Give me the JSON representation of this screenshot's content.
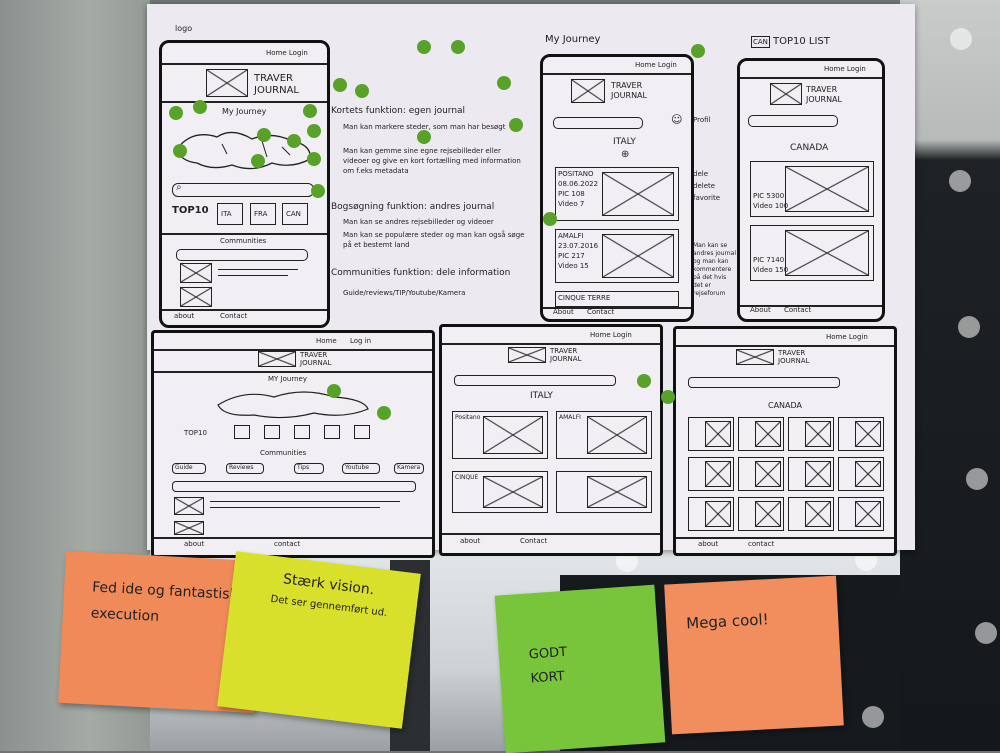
{
  "paper": {
    "corner_tag": "logo",
    "main_phone": {
      "nav": "Home Login",
      "logo_line1": "TRAVER",
      "logo_line2": "JOURNAL",
      "map_title": "My Journey",
      "top10": "TOP10",
      "countries": [
        "ITA",
        "FRA",
        "CAN"
      ],
      "communities": "Communities",
      "footer_about": "about",
      "footer_contact": "Contact"
    },
    "annotations": {
      "kort_title": "Kortets funktion: egen journal",
      "kort_1": "Man kan markere steder, som man har besøgt",
      "kort_2": "Man kan gemme sine egne rejsebilleder eller videoer og give en kort fortælling med information om f.eks metadata",
      "bog_title": "Bogsøgning funktion: andres journal",
      "bog_1": "Man kan se andres rejsebilleder og videoer",
      "bog_2": "Man kan se populære steder og man kan også søge på et bestemt land",
      "comm_title": "Communities funktion: dele information",
      "comm_1": "Guide/reviews/TIP/Youtube/Kamera"
    },
    "journey_phone": {
      "label": "My Journey",
      "nav": "Home Login",
      "logo_line1": "TRAVER",
      "logo_line2": "JOURNAL",
      "country": "ITALY",
      "side_note": "Profil",
      "entry1": {
        "name": "POSITANO",
        "date": "08.06.2022",
        "pics": "PIC 108",
        "videos": "Video 7"
      },
      "entry2": {
        "name": "AMALFI",
        "date": "23.07.2016",
        "pics": "PIC 217",
        "videos": "Video 15"
      },
      "entry3": {
        "name": "CINQUE TERRE"
      },
      "actions": [
        "dele",
        "delete",
        "favorite"
      ],
      "footer_about": "About",
      "footer_contact": "Contact"
    },
    "top10_phone": {
      "label": "TOP10 LIST",
      "tag": "CAN",
      "nav": "Home Login",
      "logo_line1": "TRAVER",
      "logo_line2": "JOURNAL",
      "country": "CANADA",
      "entry1": {
        "pics": "PIC 5300",
        "videos": "Video 100"
      },
      "entry2": {
        "pics": "PIC 7140",
        "videos": "Video 150"
      },
      "side_note": "Man kan se andres journal og man kan kommentere på det hvis det er rejseforum",
      "footer_about": "About",
      "footer_contact": "Contact"
    },
    "desktop1": {
      "nav": [
        "Home",
        "Log in"
      ],
      "logo_line1": "TRAVER",
      "logo_line2": "JOURNAL",
      "map_title": "MY Journey",
      "top10": "TOP10",
      "communities": "Communities",
      "tags": [
        "Guide",
        "Reviews",
        "Tips",
        "Youtube",
        "Kamera"
      ],
      "footer_about": "about",
      "footer_contact": "contact"
    },
    "desktop2": {
      "nav": "Home Login",
      "logo_line1": "TRAVER",
      "logo_line2": "JOURNAL",
      "country": "ITALY",
      "entries": [
        "Positano",
        "AMALFI",
        "CINQUE"
      ],
      "footer_about": "about",
      "footer_contact": "Contact"
    },
    "desktop3": {
      "nav": "Home Login",
      "logo_line1": "TRAVER",
      "logo_line2": "JOURNAL",
      "country": "CANADA",
      "footer_about": "about",
      "footer_contact": "contact"
    }
  },
  "stickies": {
    "note1": {
      "text": "Fed ide og fantastisk execution",
      "color": "#f08a58"
    },
    "note2": {
      "text_a": "Stærk vision.",
      "text_b": "Det ser gennemført ud.",
      "color": "#d9e02b"
    },
    "note3": {
      "text": "GODT KORT",
      "color": "#78c43a"
    },
    "note4": {
      "text": "Mega cool!",
      "color": "#f28e5e"
    }
  }
}
